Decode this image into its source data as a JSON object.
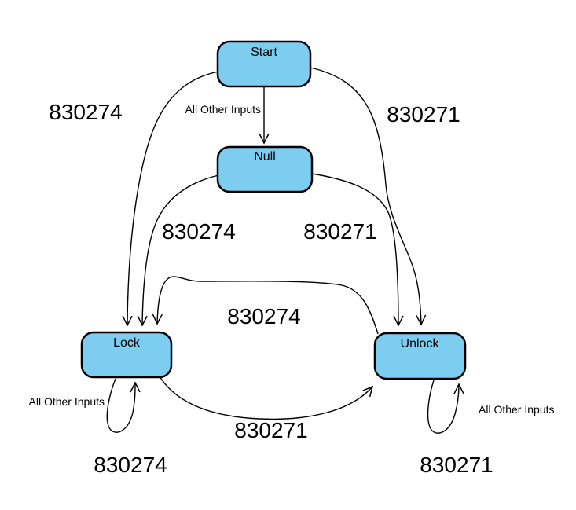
{
  "diagram": {
    "type": "state-machine",
    "colors": {
      "background": "#FFFFFF",
      "node_fill": "#7DCDF0",
      "node_stroke": "#000000",
      "edge_stroke": "#000000",
      "label_text": "#000000"
    },
    "states": [
      {
        "label": "Start"
      },
      {
        "label": "Null"
      },
      {
        "label": "Lock"
      },
      {
        "label": "Unlock"
      }
    ],
    "transitions": [
      {
        "from": "Start",
        "to": "Null",
        "label": "All Other Inputs"
      },
      {
        "from": "Start",
        "to": "Lock",
        "label": "830274"
      },
      {
        "from": "Start",
        "to": "Unlock",
        "label": "830271"
      },
      {
        "from": "Null",
        "to": "Lock",
        "label": "830274"
      },
      {
        "from": "Null",
        "to": "Unlock",
        "label": "830271"
      },
      {
        "from": "Unlock",
        "to": "Lock",
        "label": "830274"
      },
      {
        "from": "Lock",
        "to": "Unlock",
        "label": "830271"
      },
      {
        "from": "Lock",
        "to": "Lock",
        "label": "All Other Inputs"
      },
      {
        "from": "Lock",
        "to": "Lock",
        "label": "830274"
      },
      {
        "from": "Unlock",
        "to": "Unlock",
        "label": "All Other Inputs"
      },
      {
        "from": "Unlock",
        "to": "Unlock",
        "label": "830271"
      }
    ]
  }
}
